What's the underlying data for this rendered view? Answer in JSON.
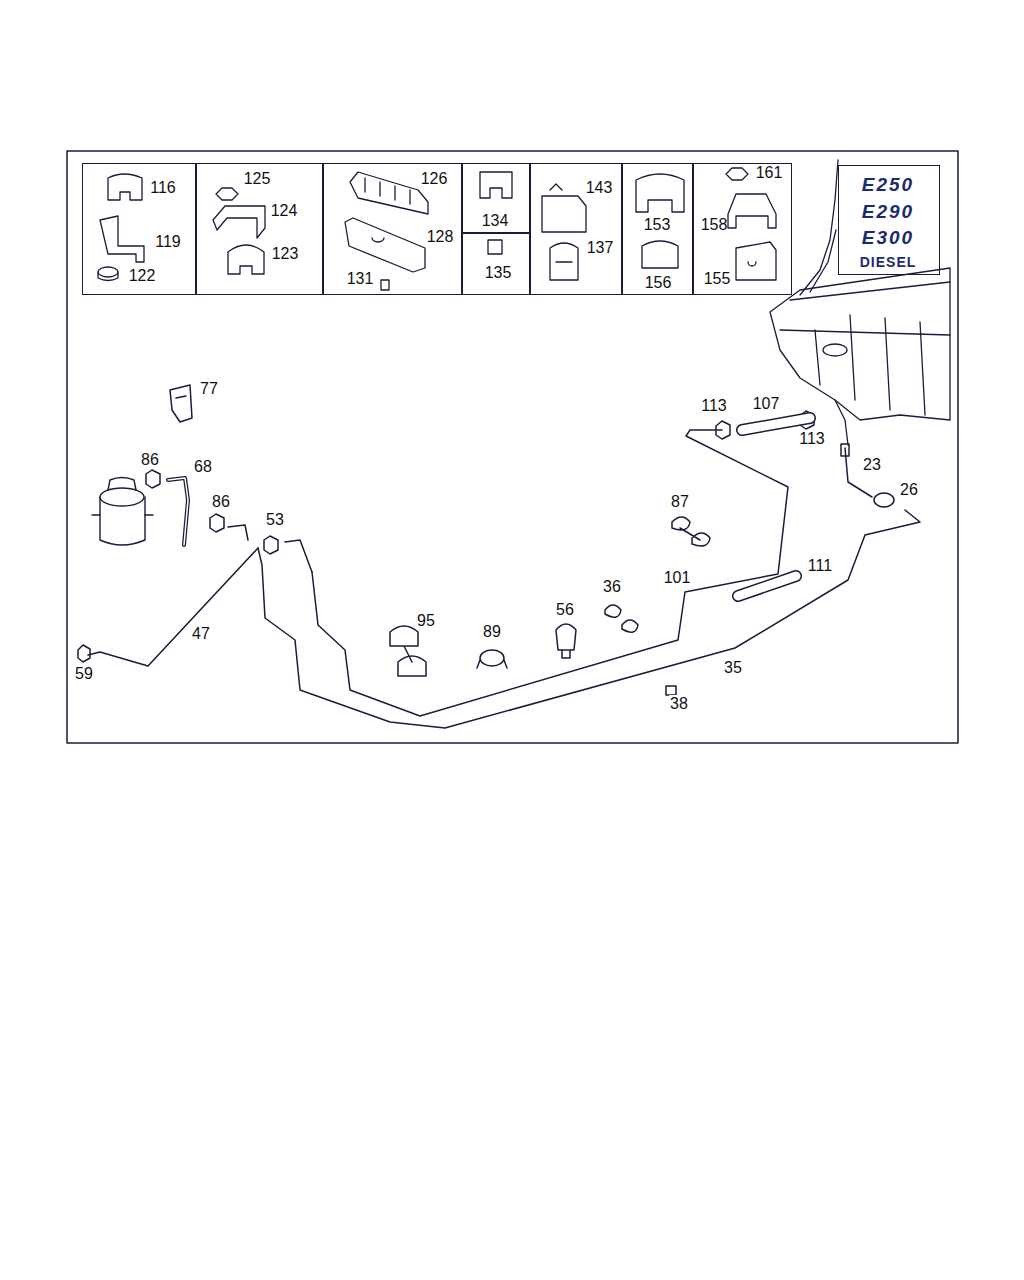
{
  "diagram": {
    "nodes": [
      {
        "text": [
          "116",
          "119",
          "122"
        ]
      },
      {
        "text": [
          "125",
          "124",
          "123"
        ]
      },
      {
        "text": [
          "126",
          "128",
          "131"
        ]
      },
      {
        "text": [
          "134"
        ]
      },
      {
        "text": [
          "135"
        ]
      },
      {
        "text": [
          "143",
          "137"
        ]
      },
      {
        "text": [
          "153",
          "156"
        ]
      },
      {
        "text": [
          "161",
          "158",
          "155"
        ]
      },
      {
        "text": [
          "E250",
          "E290",
          "E300",
          "DIESEL"
        ]
      }
    ],
    "labels": [
      "77",
      "113",
      "107",
      "113",
      "86",
      "68",
      "23",
      "26",
      "86",
      "53",
      "87",
      "101",
      "111",
      "36",
      "56",
      "95",
      "89",
      "47",
      "35",
      "59",
      "38"
    ]
  }
}
